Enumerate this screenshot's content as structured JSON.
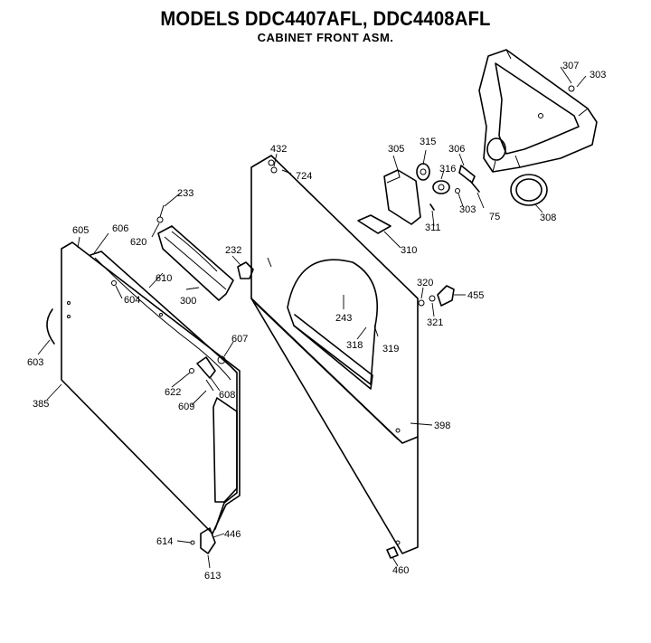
{
  "header": {
    "title": "MODELS DDC4407AFL, DDC4408AFL",
    "subtitle": "CABINET FRONT ASM."
  },
  "parts": [
    {
      "id": "p307",
      "label": "307"
    },
    {
      "id": "p303a",
      "label": "303"
    },
    {
      "id": "p305",
      "label": "305"
    },
    {
      "id": "p315",
      "label": "315"
    },
    {
      "id": "p316",
      "label": "316"
    },
    {
      "id": "p306",
      "label": "306"
    },
    {
      "id": "p75",
      "label": "75"
    },
    {
      "id": "p303b",
      "label": "303"
    },
    {
      "id": "p308",
      "label": "308"
    },
    {
      "id": "p311",
      "label": "311"
    },
    {
      "id": "p310",
      "label": "310"
    },
    {
      "id": "p432",
      "label": "432"
    },
    {
      "id": "p724",
      "label": "724"
    },
    {
      "id": "p233",
      "label": "233"
    },
    {
      "id": "p620",
      "label": "620"
    },
    {
      "id": "p605",
      "label": "605"
    },
    {
      "id": "p606",
      "label": "606"
    },
    {
      "id": "p232",
      "label": "232"
    },
    {
      "id": "p610",
      "label": "610"
    },
    {
      "id": "p604",
      "label": "604"
    },
    {
      "id": "p300",
      "label": "300"
    },
    {
      "id": "p320",
      "label": "320"
    },
    {
      "id": "p455",
      "label": "455"
    },
    {
      "id": "p321",
      "label": "321"
    },
    {
      "id": "p243",
      "label": "243"
    },
    {
      "id": "p318",
      "label": "318"
    },
    {
      "id": "p319",
      "label": "319"
    },
    {
      "id": "p603",
      "label": "603"
    },
    {
      "id": "p607",
      "label": "607"
    },
    {
      "id": "p385",
      "label": "385"
    },
    {
      "id": "p622",
      "label": "622"
    },
    {
      "id": "p608",
      "label": "608"
    },
    {
      "id": "p609",
      "label": "609"
    },
    {
      "id": "p398",
      "label": "398"
    },
    {
      "id": "p614",
      "label": "614"
    },
    {
      "id": "p446",
      "label": "446"
    },
    {
      "id": "p613",
      "label": "613"
    },
    {
      "id": "p460",
      "label": "460"
    }
  ]
}
